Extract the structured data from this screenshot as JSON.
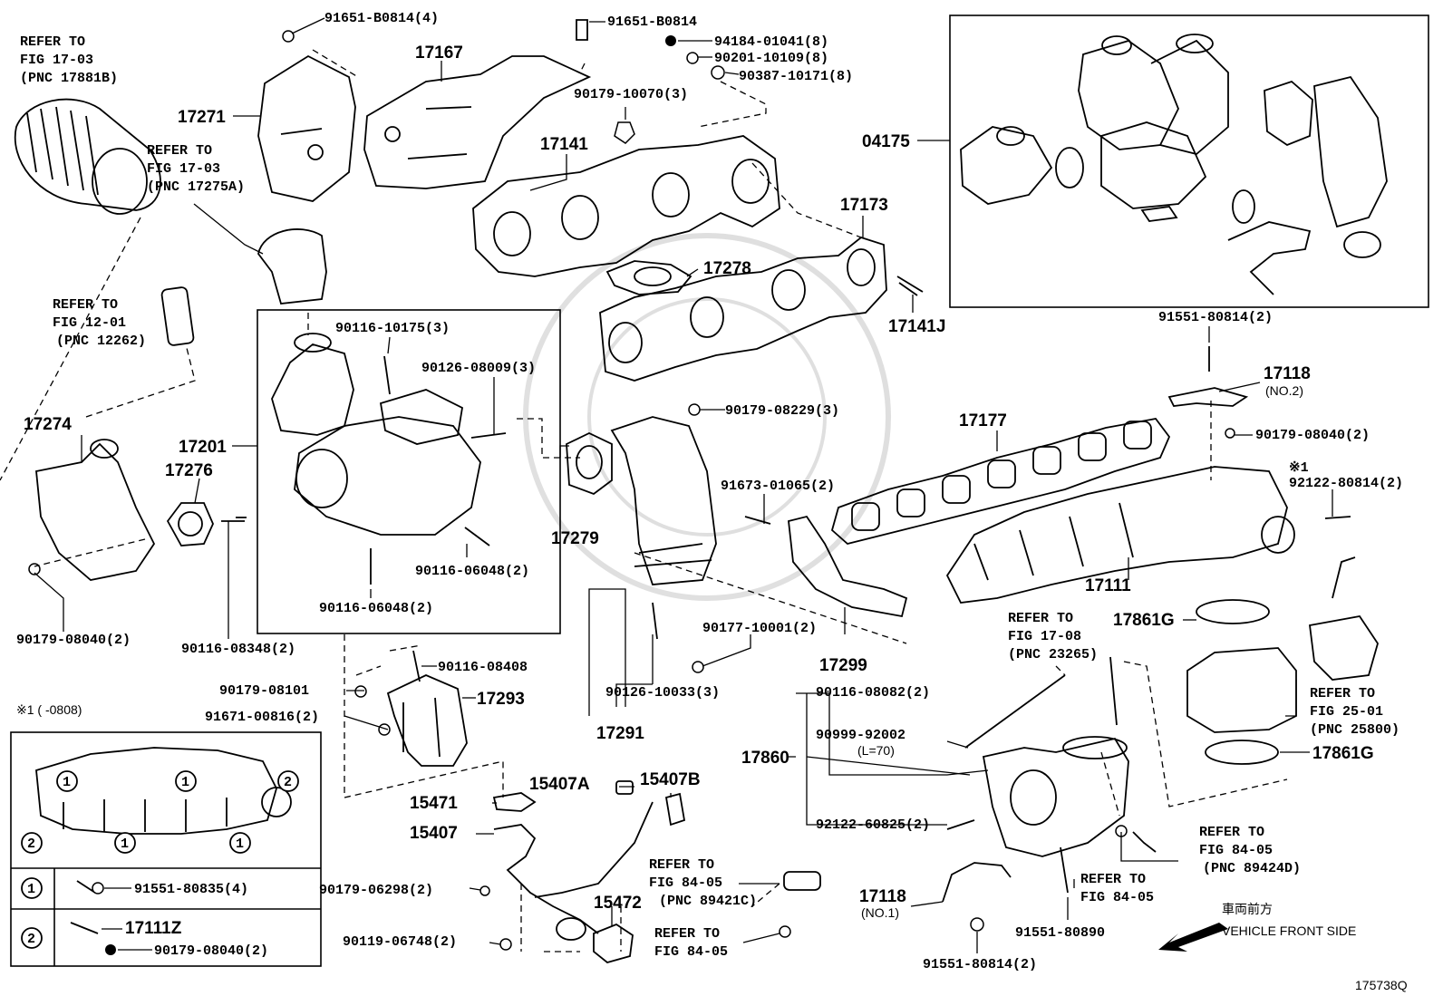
{
  "callouts": {
    "c_91651_B0814_4": "91651-B0814(4)",
    "c_91651_B0814": "91651-B0814",
    "c_94184": "94184-01041(8)",
    "c_90201": "90201-10109(8)",
    "c_90387": "90387-10171(8)",
    "c_90179_10070": "90179-10070(3)",
    "c_17167": "17167",
    "c_17271": "17271",
    "c_17141": "17141",
    "c_04175": "04175",
    "c_17173": "17173",
    "c_17278": "17278",
    "c_17141J": "17141J",
    "c_91551_80814_top": "91551-80814(2)",
    "c_90116_10175": "90116-10175(3)",
    "c_90126_08009": "90126-08009(3)",
    "c_90179_08229": "90179-08229(3)",
    "c_17118_no2": "17118",
    "c_17118_no2_sub": "(NO.2)",
    "c_17177": "17177",
    "c_90179_08040_r": "90179-08040(2)",
    "c_mark1_top": "※1",
    "c_92122_80814": "92122-80814(2)",
    "c_17274": "17274",
    "c_17201": "17201",
    "c_17276": "17276",
    "c_17279": "17279",
    "c_91673": "91673-01065(2)",
    "c_17111": "17111",
    "c_17861G_a": "17861G",
    "c_90116_06048_a": "90116-06048(2)",
    "c_90116_06048_b": "90116-06048(2)",
    "c_90179_08040_l": "90179-08040(2)",
    "c_90116_08348": "90116-08348(2)",
    "c_90177": "90177-10001(2)",
    "c_17299": "17299",
    "c_90116_08408": "90116-08408",
    "c_90179_08101": "90179-08101",
    "c_17293": "17293",
    "c_91671": "91671-00816(2)",
    "c_90126_10033": "90126-10033(3)",
    "c_17291": "17291",
    "c_90116_08082": "90116-08082(2)",
    "c_90999": "90999-92002",
    "c_90999_sub": "(L=70)",
    "c_17860": "17860",
    "c_92122_60825": "92122-60825(2)",
    "c_17861G_b": "17861G",
    "c_15407A": "15407A",
    "c_15407B": "15407B",
    "c_15471": "15471",
    "c_15407": "15407",
    "c_90179_06298": "90179-06298(2)",
    "c_15472": "15472",
    "c_90119": "90119-06748(2)",
    "c_17118_no1": "17118",
    "c_17118_no1_sub": "(NO.1)",
    "c_91551_80890": "91551-80890",
    "c_91551_80814_bot": "91551-80814(2)"
  },
  "refers": {
    "r1": [
      "REFER TO",
      "FIG 17-03",
      "(PNC 17881B)"
    ],
    "r2": [
      "REFER TO",
      "FIG 17-03",
      "(PNC 17275A)"
    ],
    "r3": [
      "REFER TO",
      "FIG 12-01",
      "(PNC 12262)"
    ],
    "r4": [
      "REFER TO",
      "FIG 17-08",
      "(PNC 23265)"
    ],
    "r5": [
      "REFER TO",
      "FIG 25-01",
      "(PNC 25800)"
    ],
    "r6": [
      "REFER TO",
      "FIG 84-05",
      "(PNC 89424D)"
    ],
    "r7": [
      "REFER TO",
      "FIG 84-05",
      "(PNC 89421C)"
    ],
    "r8": [
      "REFER TO",
      "FIG 84-05"
    ],
    "r9": [
      "REFER TO",
      "FIG 84-05"
    ]
  },
  "inset": {
    "note": "※1 (      -0808)",
    "circle_1": "1",
    "circle_2": "2",
    "row1_part": "91551-80835(4)",
    "row2_part_a": "17111Z",
    "row2_part_b": "90179-08040(2)"
  },
  "direction": {
    "jp": "車両前方",
    "en": "VEHICLE FRONT SIDE"
  },
  "figure_id": "175738Q"
}
